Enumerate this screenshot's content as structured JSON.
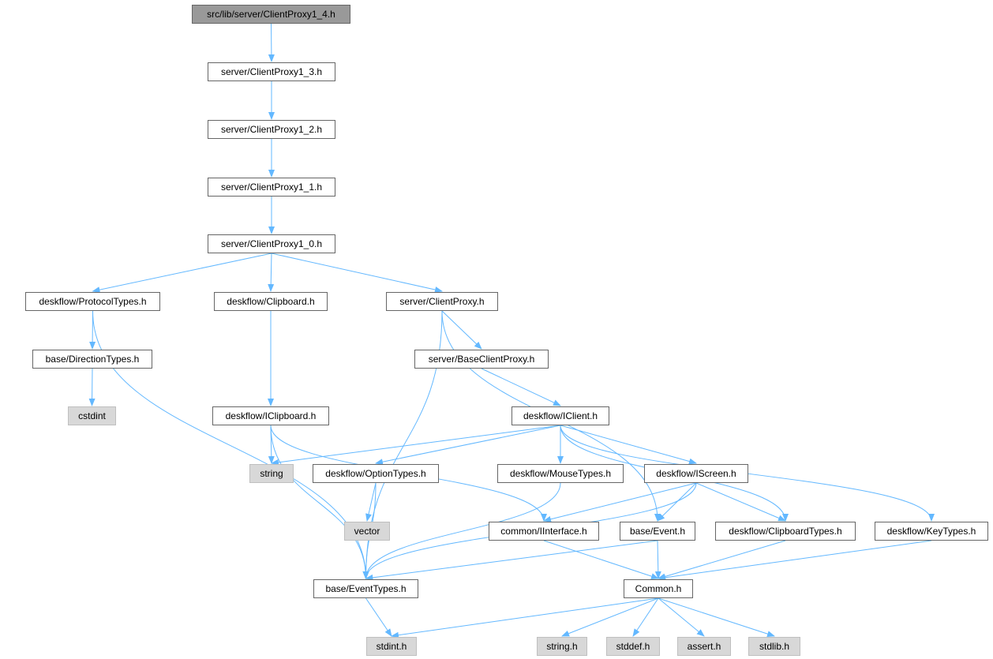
{
  "root": "src/lib/server/ClientProxy1_4.h",
  "edge_color": "#63b8ff",
  "nodes": [
    {
      "id": "cp14",
      "label": "src/lib/server/ClientProxy1_4.h",
      "kind": "root"
    },
    {
      "id": "cp13",
      "label": "server/ClientProxy1_3.h",
      "kind": "header"
    },
    {
      "id": "cp12",
      "label": "server/ClientProxy1_2.h",
      "kind": "header"
    },
    {
      "id": "cp11",
      "label": "server/ClientProxy1_1.h",
      "kind": "header"
    },
    {
      "id": "cp10",
      "label": "server/ClientProxy1_0.h",
      "kind": "header"
    },
    {
      "id": "proto",
      "label": "deskflow/ProtocolTypes.h",
      "kind": "header"
    },
    {
      "id": "clip",
      "label": "deskflow/Clipboard.h",
      "kind": "header"
    },
    {
      "id": "cp",
      "label": "server/ClientProxy.h",
      "kind": "header"
    },
    {
      "id": "dir",
      "label": "base/DirectionTypes.h",
      "kind": "header"
    },
    {
      "id": "bcp",
      "label": "server/BaseClientProxy.h",
      "kind": "header"
    },
    {
      "id": "cstdint",
      "label": "cstdint",
      "kind": "system"
    },
    {
      "id": "iclip",
      "label": "deskflow/IClipboard.h",
      "kind": "header"
    },
    {
      "id": "iclient",
      "label": "deskflow/IClient.h",
      "kind": "header"
    },
    {
      "id": "string",
      "label": "string",
      "kind": "system"
    },
    {
      "id": "opt",
      "label": "deskflow/OptionTypes.h",
      "kind": "header"
    },
    {
      "id": "mouse",
      "label": "deskflow/MouseTypes.h",
      "kind": "header"
    },
    {
      "id": "iscreen",
      "label": "deskflow/IScreen.h",
      "kind": "header"
    },
    {
      "id": "vector",
      "label": "vector",
      "kind": "system"
    },
    {
      "id": "iiface",
      "label": "common/IInterface.h",
      "kind": "header"
    },
    {
      "id": "event",
      "label": "base/Event.h",
      "kind": "header"
    },
    {
      "id": "cliptypes",
      "label": "deskflow/ClipboardTypes.h",
      "kind": "header"
    },
    {
      "id": "keytypes",
      "label": "deskflow/KeyTypes.h",
      "kind": "header"
    },
    {
      "id": "evtypes",
      "label": "base/EventTypes.h",
      "kind": "header"
    },
    {
      "id": "common",
      "label": "Common.h",
      "kind": "header"
    },
    {
      "id": "stdint",
      "label": "stdint.h",
      "kind": "system"
    },
    {
      "id": "stringh",
      "label": "string.h",
      "kind": "system"
    },
    {
      "id": "stddef",
      "label": "stddef.h",
      "kind": "system"
    },
    {
      "id": "assert",
      "label": "assert.h",
      "kind": "system"
    },
    {
      "id": "stdlib",
      "label": "stdlib.h",
      "kind": "system"
    }
  ],
  "edges": [
    [
      "cp14",
      "cp13"
    ],
    [
      "cp13",
      "cp12"
    ],
    [
      "cp12",
      "cp11"
    ],
    [
      "cp11",
      "cp10"
    ],
    [
      "cp10",
      "proto"
    ],
    [
      "cp10",
      "clip"
    ],
    [
      "cp10",
      "cp"
    ],
    [
      "proto",
      "dir"
    ],
    [
      "proto",
      "evtypes"
    ],
    [
      "dir",
      "cstdint"
    ],
    [
      "clip",
      "iclip"
    ],
    [
      "cp",
      "bcp"
    ],
    [
      "cp",
      "evtypes"
    ],
    [
      "cp",
      "event"
    ],
    [
      "bcp",
      "iclient"
    ],
    [
      "iclip",
      "string"
    ],
    [
      "iclip",
      "evtypes"
    ],
    [
      "iclip",
      "iiface"
    ],
    [
      "iclient",
      "string"
    ],
    [
      "iclient",
      "opt"
    ],
    [
      "iclient",
      "mouse"
    ],
    [
      "iclient",
      "iscreen"
    ],
    [
      "iclient",
      "cliptypes"
    ],
    [
      "iclient",
      "keytypes"
    ],
    [
      "opt",
      "vector"
    ],
    [
      "opt",
      "evtypes"
    ],
    [
      "mouse",
      "evtypes"
    ],
    [
      "iscreen",
      "evtypes"
    ],
    [
      "iscreen",
      "iiface"
    ],
    [
      "iscreen",
      "event"
    ],
    [
      "iscreen",
      "cliptypes"
    ],
    [
      "iiface",
      "common"
    ],
    [
      "event",
      "evtypes"
    ],
    [
      "event",
      "common"
    ],
    [
      "cliptypes",
      "common"
    ],
    [
      "keytypes",
      "common"
    ],
    [
      "evtypes",
      "stdint"
    ],
    [
      "common",
      "stdint"
    ],
    [
      "common",
      "stringh"
    ],
    [
      "common",
      "stddef"
    ],
    [
      "common",
      "assert"
    ],
    [
      "common",
      "stdlib"
    ]
  ]
}
